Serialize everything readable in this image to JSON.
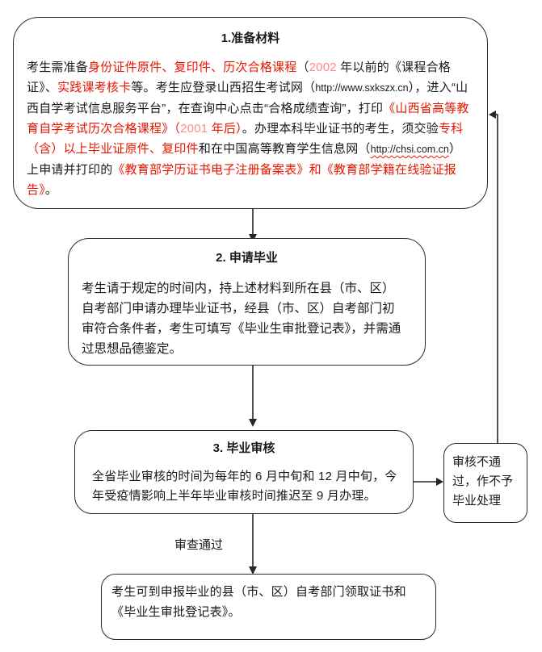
{
  "diagram": {
    "colors": {
      "red": "#e81500",
      "pink": "#ff8a8a",
      "border": "#2a2a2a",
      "line": "#262626"
    },
    "step1": {
      "title": "1.准备材料",
      "segments": [
        {
          "text": "考生需准备",
          "style": "black"
        },
        {
          "text": "身份证件原件、复印件、历次合格课程",
          "style": "red"
        },
        {
          "text": "（",
          "style": "black"
        },
        {
          "text": "2002",
          "style": "pink"
        },
        {
          "text": " 年以前的《课程合格证》、",
          "style": "black"
        },
        {
          "text": "实践课考核卡",
          "style": "red"
        },
        {
          "text": "等。考生应登录山西招生考试网（",
          "style": "black"
        },
        {
          "text": "http://www.sxkszx.cn",
          "style": "url"
        },
        {
          "text": "），进入“山西自学考试信息服务平台”，在查询中心点击“合格成绩查询”，打印",
          "style": "black"
        },
        {
          "text": "《山西省高等教育自学考试历次合格课程》（",
          "style": "red"
        },
        {
          "text": "2001",
          "style": "pink"
        },
        {
          "text": " 年后）",
          "style": "red"
        },
        {
          "text": "。办理本科毕业证书的考生，须交验",
          "style": "black"
        },
        {
          "text": "专科（含）以上毕业证原件、复印件",
          "style": "red"
        },
        {
          "text": "和在中国高等教育学生信息网（",
          "style": "black"
        },
        {
          "text": "http://chsi.com.cn",
          "style": "url-wavy"
        },
        {
          "text": "）上申请并打印的",
          "style": "black"
        },
        {
          "text": "《教育部学历证书电子注册备案表》和《教育部学籍在线验证报告》",
          "style": "red"
        },
        {
          "text": "。",
          "style": "black"
        }
      ]
    },
    "step2": {
      "title": "2. 申请毕业",
      "body": "考生请于规定的时间内，持上述材料到所在县（市、区）自考部门申请办理毕业证书，经县（市、区）自考部门初审符合条件者，考生可填写《毕业生审批登记表》，并需通过思想品德鉴定。"
    },
    "step3": {
      "title": "3. 毕业审核",
      "body": "全省毕业审核的时间为每年的 6 月中旬和 12 月中旬，今年受疫情影响上半年毕业审核时间推迟至 9 月办理。"
    },
    "reject": {
      "lines": [
        "审核不通",
        "过，作不予",
        "毕业处理"
      ]
    },
    "final": {
      "body": "考生可到申报毕业的县（市、区）自考部门领取证书和《毕业生审批登记表》。"
    },
    "labels": {
      "pass": "审查通过"
    }
  }
}
